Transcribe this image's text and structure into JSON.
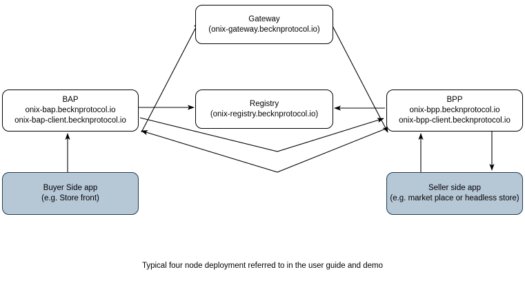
{
  "diagram": {
    "caption": "Typical four node deployment referred to in the user guide and demo",
    "colors": {
      "node_fill": "#ffffff",
      "node_stroke": "#000000",
      "shaded_fill": "#b6c7d6",
      "shaded_stroke": "#1f3b52",
      "edge_stroke": "#000000",
      "background": "#ffffff"
    },
    "nodes": {
      "gateway": {
        "title": "Gateway",
        "subtitle": "(onix-gateway.becknprotocol.io)",
        "style": "plain"
      },
      "bap": {
        "title": "BAP",
        "host": "onix-bap.becknprotocol.io",
        "client": "onix-bap-client.becknprotocol.io",
        "style": "plain"
      },
      "registry": {
        "title": "Registry",
        "subtitle": "(onix-registry.becknprotocol.io)",
        "style": "plain"
      },
      "bpp": {
        "title": "BPP",
        "host": "onix-bpp.becknprotocol.io",
        "client": "onix-bpp-client.becknprotocol.io",
        "style": "plain"
      },
      "buyer_app": {
        "title": "Buyer Side app",
        "subtitle": "(e.g. Store front)",
        "style": "shaded"
      },
      "seller_app": {
        "title": "Seller side app",
        "subtitle": "(e.g. market place or headless store)",
        "style": "shaded"
      }
    },
    "edges": [
      {
        "id": "bap-to-gateway",
        "from": "bap",
        "to": "gateway",
        "label": "",
        "arrow": "end"
      },
      {
        "id": "gateway-to-bpp",
        "from": "gateway",
        "to": "bpp",
        "label": "",
        "arrow": "end"
      },
      {
        "id": "bap-to-registry",
        "from": "bap",
        "to": "registry",
        "label": "",
        "arrow": "end"
      },
      {
        "id": "bpp-to-registry",
        "from": "bpp",
        "to": "registry",
        "label": "",
        "arrow": "end"
      },
      {
        "id": "bap-to-bpp",
        "from": "bap",
        "to": "bpp",
        "label": "",
        "arrow": "end"
      },
      {
        "id": "bpp-to-bap",
        "from": "bpp",
        "to": "bap",
        "label": "",
        "arrow": "end"
      },
      {
        "id": "buyer-app-to-bap",
        "from": "buyer_app",
        "to": "bap",
        "label": "",
        "arrow": "end"
      },
      {
        "id": "seller-app-to-bpp",
        "from": "seller_app",
        "to": "bpp",
        "label": "",
        "arrow": "end"
      },
      {
        "id": "bpp-to-seller-app",
        "from": "bpp",
        "to": "seller_app",
        "label": "",
        "arrow": "end"
      }
    ]
  }
}
